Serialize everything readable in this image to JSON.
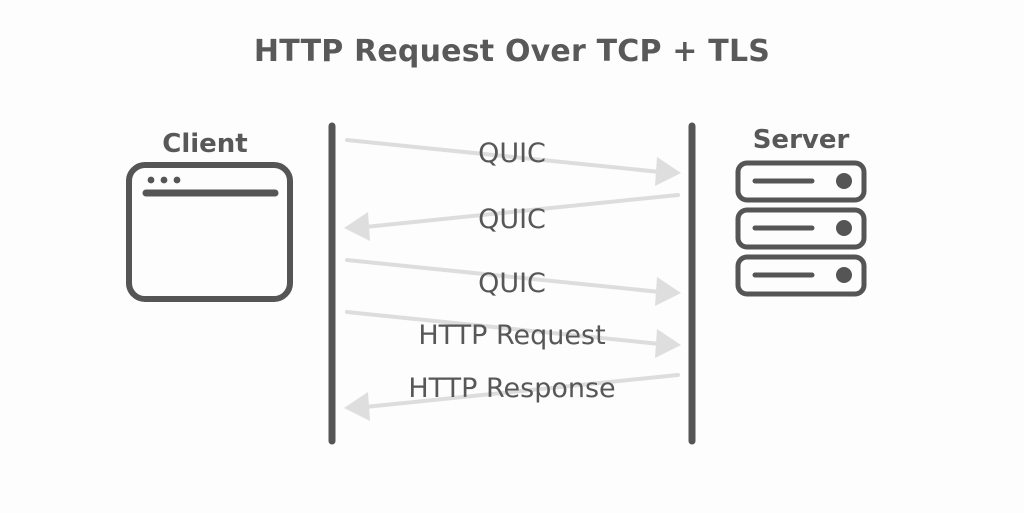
{
  "page": {
    "title": "HTTP Request Over TCP + TLS",
    "background_color": "#fdfdfd",
    "text_color": "#575757",
    "arrow_color": "#dddddd",
    "lifeline_color": "#555555"
  },
  "actors": {
    "client": {
      "label": "Client",
      "icon": "browser-window-icon"
    },
    "server": {
      "label": "Server",
      "icon": "server-rack-icon",
      "rack_units": 3
    }
  },
  "messages": [
    {
      "label": "QUIC",
      "direction": "client-to-server",
      "index": 1
    },
    {
      "label": "QUIC",
      "direction": "server-to-client",
      "index": 2
    },
    {
      "label": "QUIC",
      "direction": "client-to-server",
      "index": 3
    },
    {
      "label": "HTTP Request",
      "direction": "client-to-server",
      "index": 4
    },
    {
      "label": "HTTP Response",
      "direction": "server-to-client",
      "index": 5
    }
  ]
}
